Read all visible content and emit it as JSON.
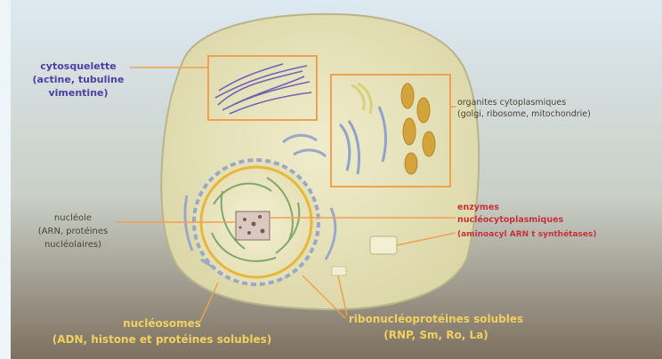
{
  "labels": {
    "cytosquelette_1": "cytosquelette",
    "cytosquelette_2": "(actine, tubuline",
    "cytosquelette_3": "vimentine)",
    "organites_1": "organites cytoplasmiques",
    "organites_2": "(golgi, ribosome, mitochondrie)",
    "enzymes_1": "enzymes",
    "enzymes_2": "nucléocytoplasmiques",
    "enzymes_3": "(aminoacyl ARN t synthétases)",
    "nucleole_1": "nucléole",
    "nucleole_2": "(ARN, protéines",
    "nucleole_3": "nucléolaires)",
    "nucleosomes_1": "nucléosomes",
    "nucleosomes_2": "(ADN, histone et protéines solubles)",
    "rnp_1": "ribonucléoprotéines solubles",
    "rnp_2": "(RNP, Sm, Ro, La)"
  },
  "colors": {
    "background_top": "#d9e7f0",
    "background_bottom": "#8a7b69",
    "cell_fill": "#e9e5bd",
    "cell_stroke": "#b9b48a",
    "orange": "#f0a050",
    "purple_text": "#4b3fa0",
    "dark_text": "#4a4438",
    "red_text": "#c8303a",
    "yellow_text": "#f2d060",
    "nucleus_ring": "#e8b63a",
    "green_fibers": "#7ea86a",
    "blue_er": "#8fa3c8",
    "mito": "#d4a43c"
  }
}
